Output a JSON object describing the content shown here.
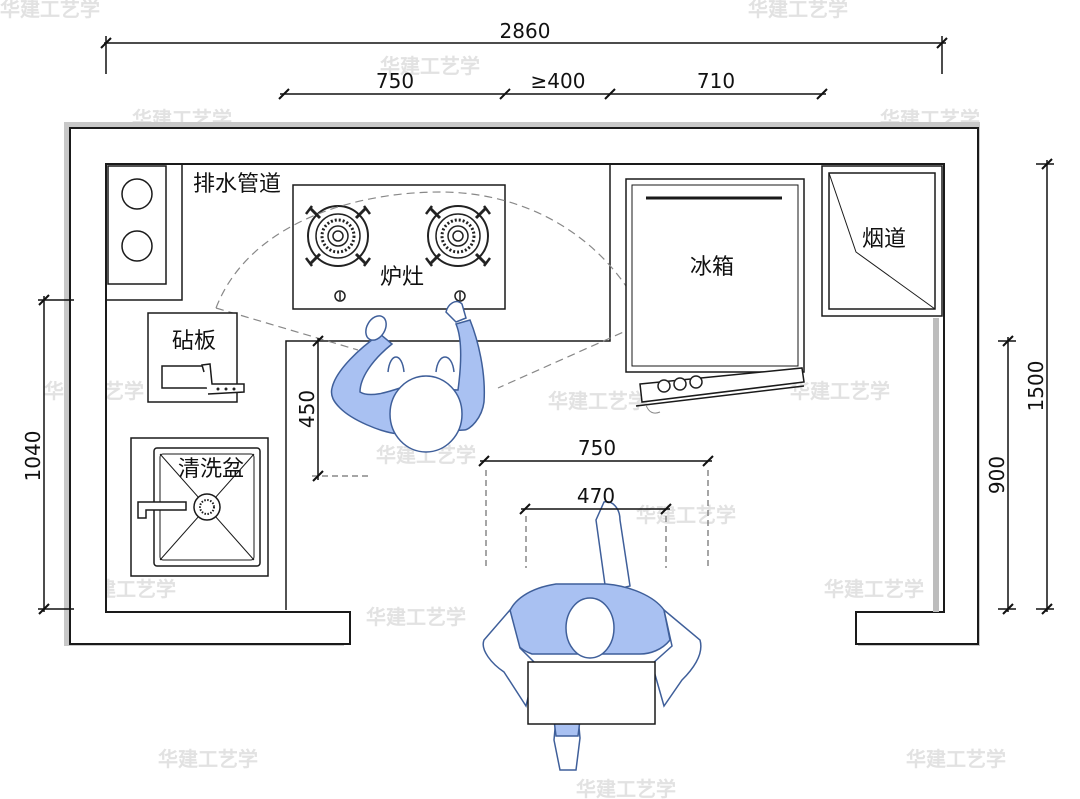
{
  "dimensions": {
    "total_width": "2860",
    "stove_width": "750",
    "gap_min": "≥400",
    "fridge_width": "710",
    "left_wall_length": "1040",
    "counter_depth": "450",
    "aisle_width": "750",
    "shoulder_width": "470",
    "right_wall_length": "1500",
    "right_wall_short": "900"
  },
  "labels": {
    "drain_pipe": "排水管道",
    "stove": "炉灶",
    "fridge": "冰箱",
    "flue": "烟道",
    "cutting_board": "砧板",
    "sink": "清洗盆"
  },
  "watermark": "华建工艺学",
  "colors": {
    "person_fill": "#a9c1f2",
    "person_stroke": "#3f5f9a",
    "wall_shadow": "#c8c8c8",
    "line": "#1a1a1a"
  }
}
